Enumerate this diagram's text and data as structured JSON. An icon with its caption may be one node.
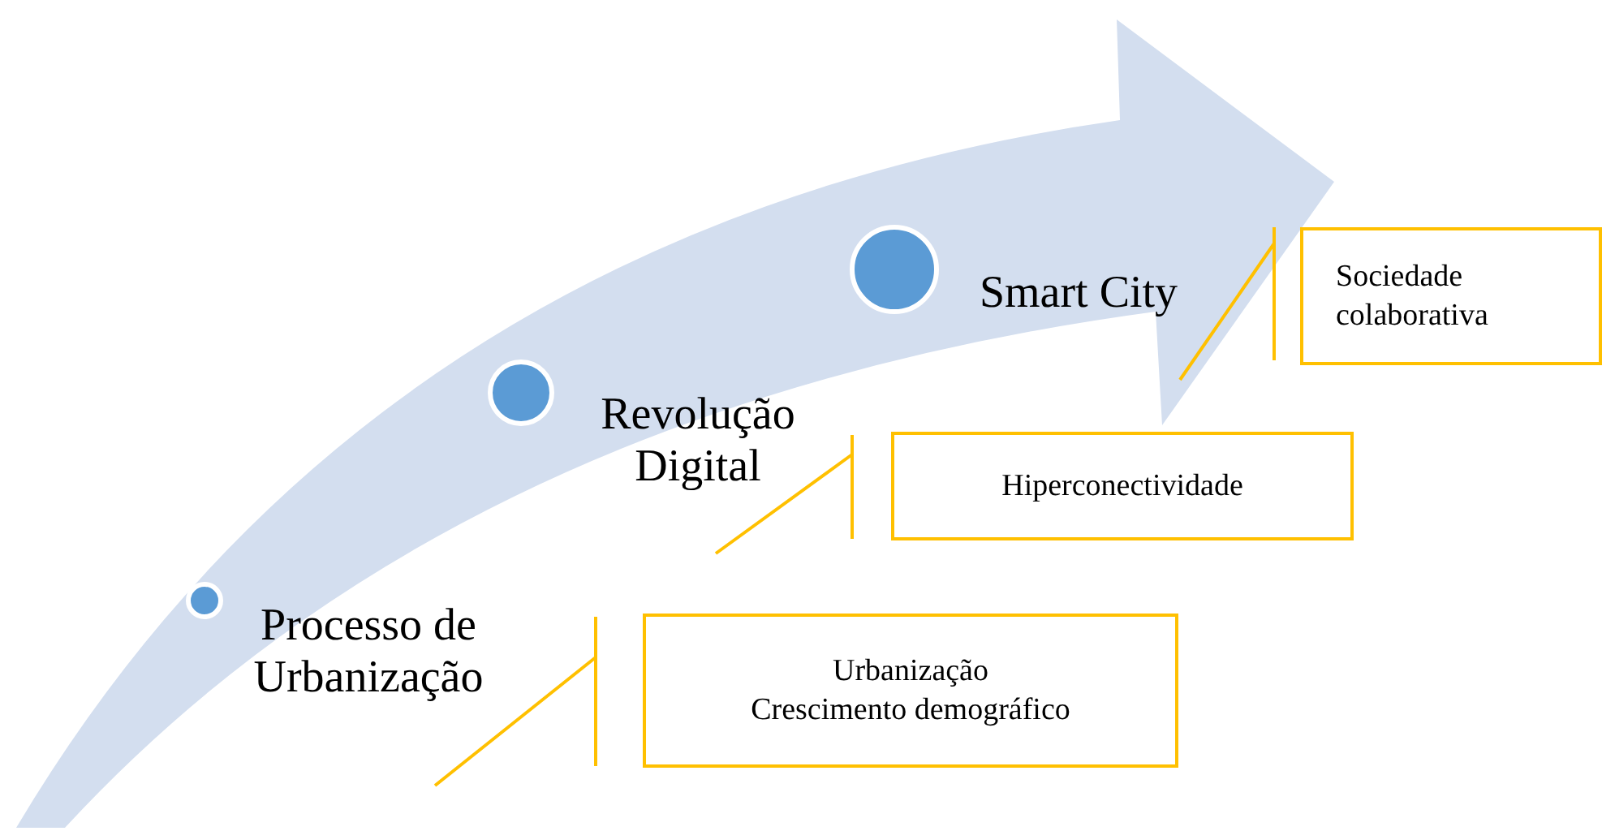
{
  "diagram": {
    "nodes": [
      {
        "text": [
          "Processo de Urbanização"
        ]
      },
      {
        "text": [
          "Urbanização",
          "Crescimento demográfico"
        ]
      },
      {
        "text": [
          "Revolução Digital"
        ]
      },
      {
        "text": [
          "Hiperconectividade"
        ]
      },
      {
        "text": [
          "Smart City"
        ]
      },
      {
        "text": [
          "Sociedade colaborativa"
        ]
      }
    ],
    "edges": [
      {
        "from": 1,
        "to": null,
        "arrow": "none"
      },
      {
        "from": 3,
        "to": null,
        "arrow": "none"
      },
      {
        "from": 5,
        "to": null,
        "arrow": "none"
      }
    ]
  }
}
